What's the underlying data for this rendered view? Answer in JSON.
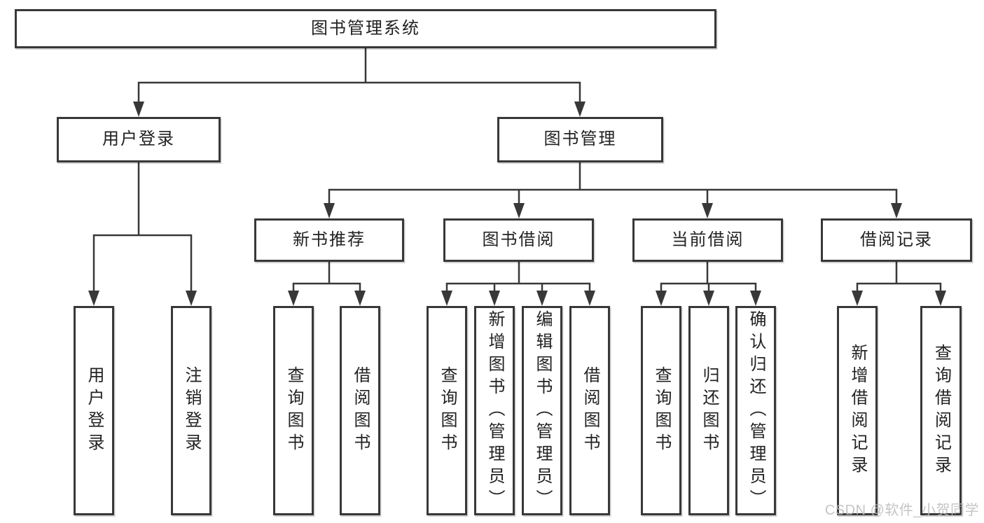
{
  "colors": {
    "line": "#383838",
    "text": "#222222",
    "bg": "#ffffff",
    "watermark": "#bdbdbd"
  },
  "watermark": "CSDN @软件_小贺同学",
  "tree": {
    "root": {
      "label": "图书管理系统",
      "children": [
        {
          "label": "用户登录",
          "children": [
            {
              "label": "用户登录"
            },
            {
              "label": "注销登录"
            }
          ]
        },
        {
          "label": "图书管理",
          "children": [
            {
              "label": "新书推荐",
              "children": [
                {
                  "label": "查询图书"
                },
                {
                  "label": "借阅图书"
                }
              ]
            },
            {
              "label": "图书借阅",
              "children": [
                {
                  "label": "查询图书"
                },
                {
                  "label": "新增图书（管理员）"
                },
                {
                  "label": "编辑图书（管理员）"
                },
                {
                  "label": "借阅图书"
                }
              ]
            },
            {
              "label": "当前借阅",
              "children": [
                {
                  "label": "查询图书"
                },
                {
                  "label": "归还图书"
                },
                {
                  "label": "确认归还（管理员）"
                }
              ]
            },
            {
              "label": "借阅记录",
              "children": [
                {
                  "label": "新增借阅记录"
                },
                {
                  "label": "查询借阅记录"
                }
              ]
            }
          ]
        }
      ]
    }
  }
}
